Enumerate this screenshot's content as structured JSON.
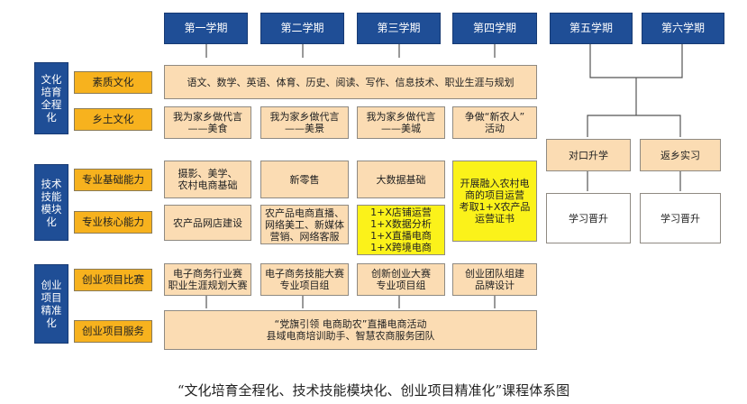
{
  "semesters": [
    "第一学期",
    "第二学期",
    "第三学期",
    "第四学期",
    "第五学期",
    "第六学期"
  ],
  "categories": [
    {
      "label": "文化\n培育\n全程\n化"
    },
    {
      "label": "技术\n技能\n模块\n化"
    },
    {
      "label": "创业\n项目\n精准\n化"
    }
  ],
  "modules": [
    "素质文化",
    "乡土文化",
    "专业基础能力",
    "专业核心能力",
    "创业项目比赛",
    "创业项目服务"
  ],
  "culture_row": "语文、数学、英语、体育、历史、阅读、写作、信息技术、职业生涯与规划",
  "hometown": [
    "我为家乡做代言\n——美食",
    "我为家乡做代言\n——美景",
    "我为家乡做代言\n——美城",
    "争做“新农人”\n活动"
  ],
  "basic": [
    "摄影、美学、\n农村电商基础",
    "新零售",
    "大数据基础"
  ],
  "core": [
    "农产品网店建设",
    "农产品电商直播、\n网络美工、新媒体\n营销、网络客服",
    "1+X店铺运营\n1+X数据分析\n1+X直播电商\n1+X跨境电商"
  ],
  "sem4_project": "开展融入农村电\n商的项目运营\n考取1+X农产品\n运营证书",
  "contests": [
    "电子商务行业赛\n职业生涯规划大赛",
    "电子商务技能大赛\n专业项目组",
    "创新创业大赛\n专业项目组",
    "创业团队组建\n品牌设计"
  ],
  "service": "“党旗引领 电商助农”直播电商活动\n县域电商培训助手、智慧农商服务团队",
  "paths": [
    "对口升学",
    "返乡实习"
  ],
  "results": [
    "学习晋升",
    "学习晋升"
  ],
  "caption": "“文化培育全程化、技术技能模块化、创业项目精准化”课程体系图"
}
